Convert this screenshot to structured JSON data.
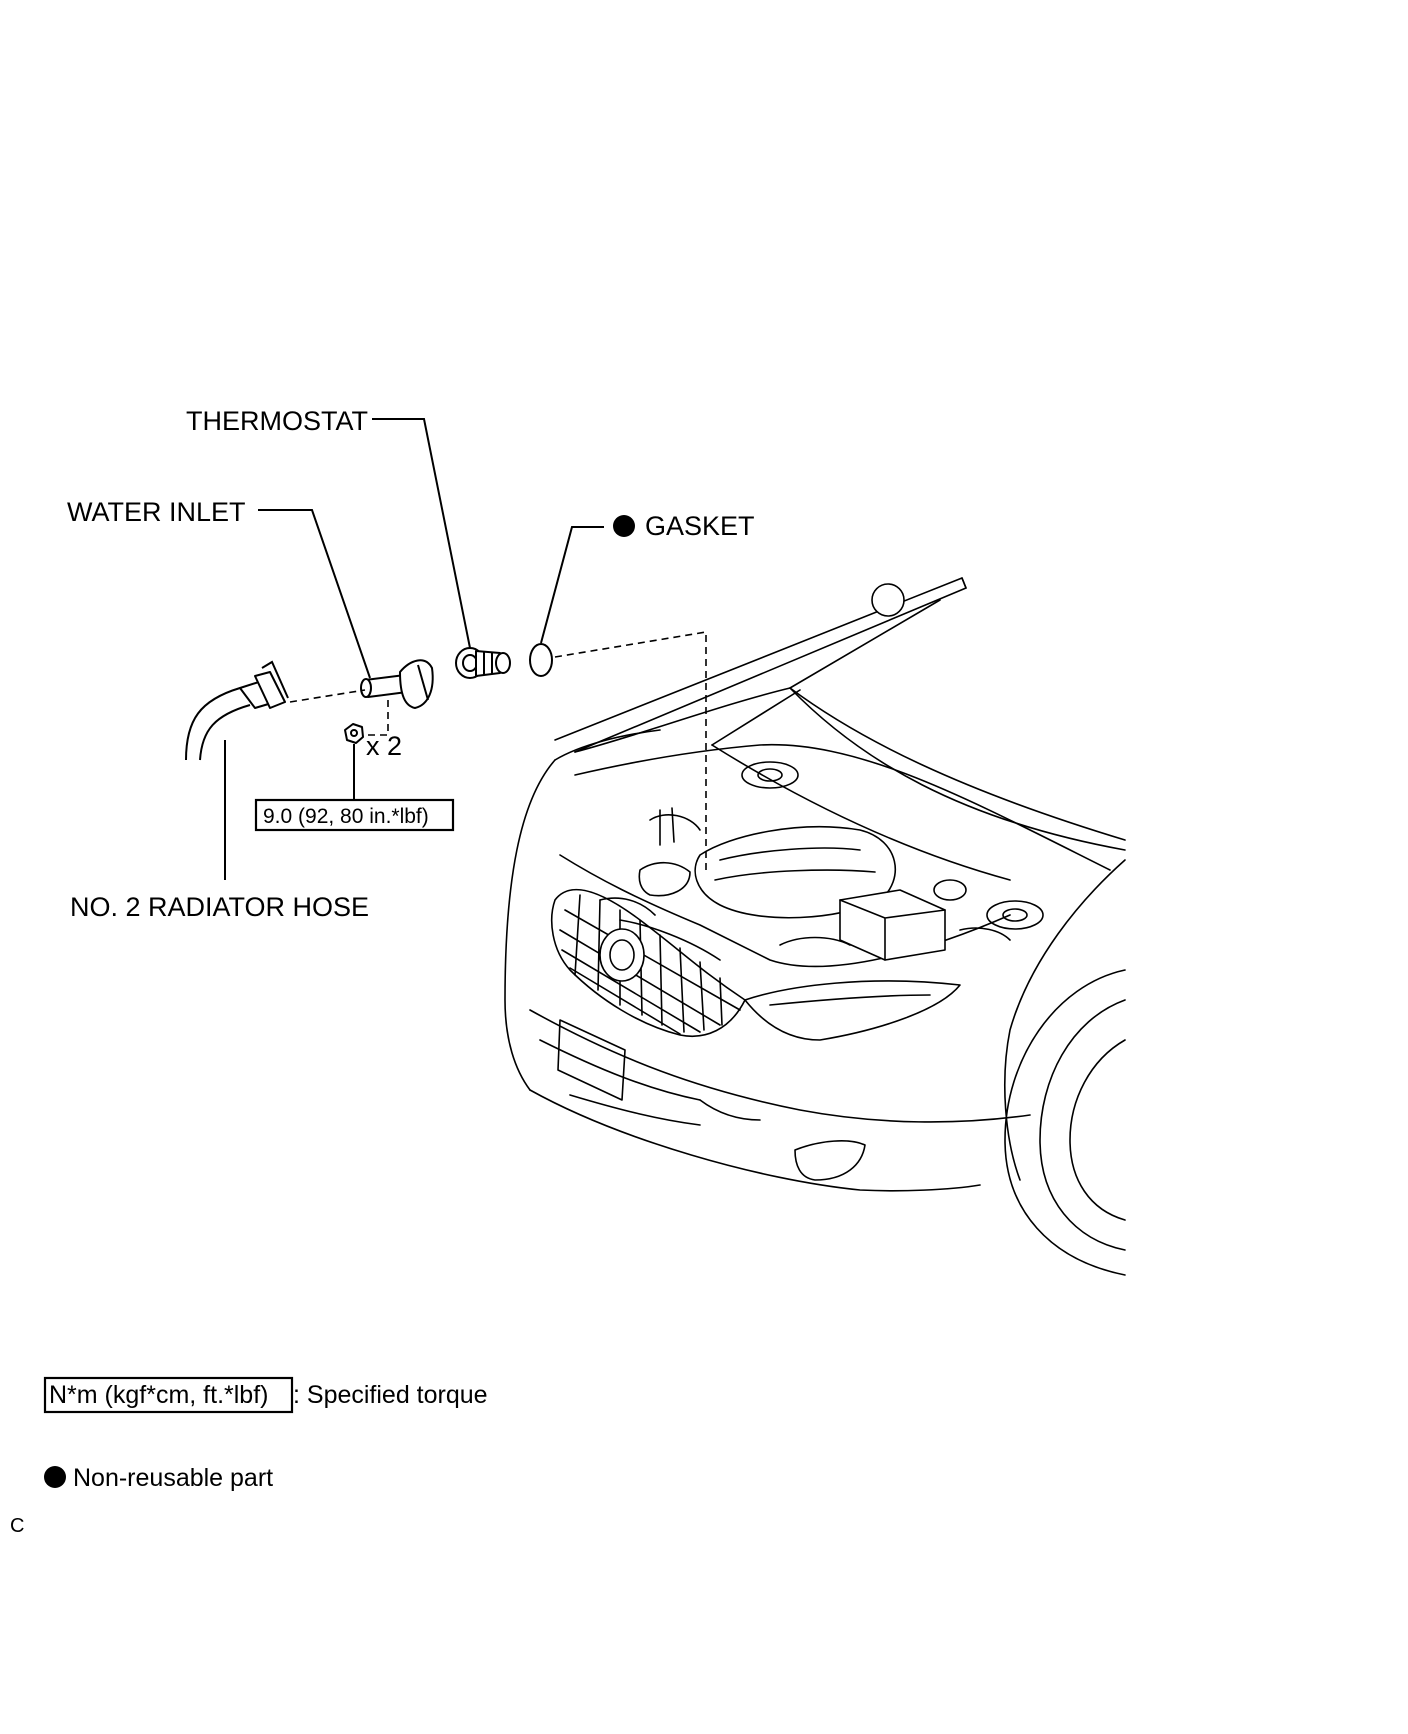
{
  "callouts": {
    "thermostat": "THERMOSTAT",
    "water_inlet": "WATER INLET",
    "gasket": "GASKET",
    "radiator_hose": "NO. 2 RADIATOR HOSE",
    "bolt_qty": "x 2",
    "torque_value": "9.0 (92, 80 in.*lbf)"
  },
  "legend": {
    "torque_unit": "N*m (kgf*cm, ft.*lbf)",
    "torque_desc": ": Specified torque",
    "nonreusable_desc": "Non-reusable part"
  },
  "corner_mark": "C",
  "symbols": {
    "nonreusable": "filled-circle"
  },
  "colors": {
    "ink": "#000000",
    "background": "#ffffff"
  }
}
